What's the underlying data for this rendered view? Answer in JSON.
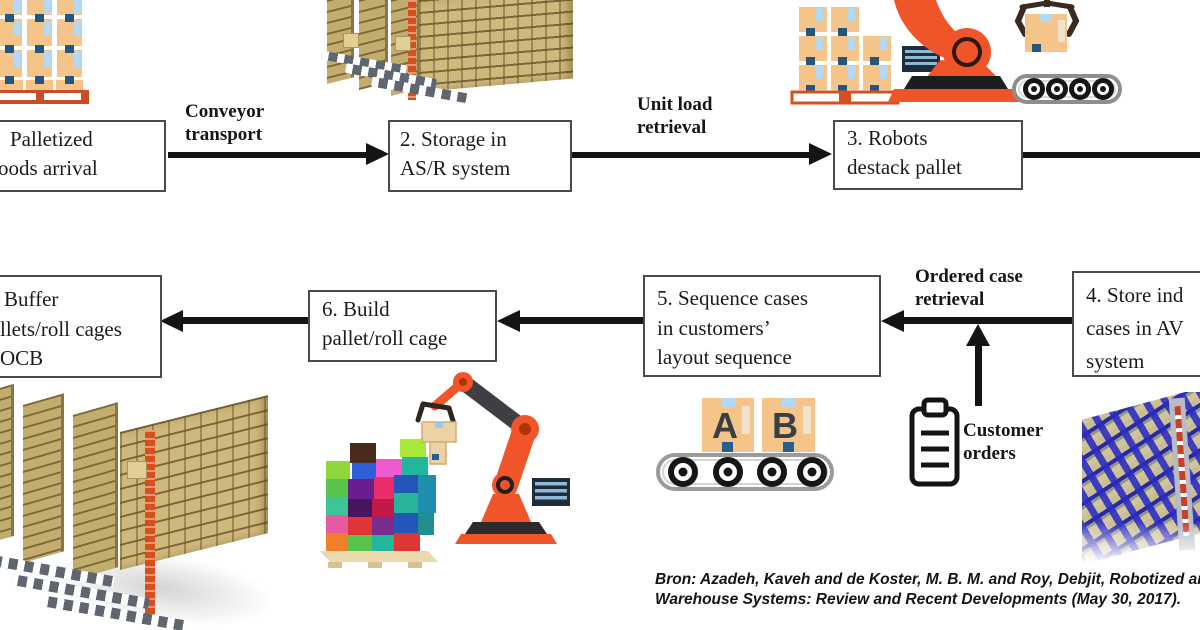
{
  "colors": {
    "arrow_black": "#141414",
    "box_border_gray": "#4a4a4a",
    "robot_orange": "#f0552a",
    "pallet_orange": "#c94d22",
    "carton_tan": "#f4c488",
    "tape_light_blue": "#b5d9f2",
    "label_navy": "#23557e",
    "rack_tan": "#cfb87c",
    "rail_gray": "#5f6670",
    "avs_blue": "#2a2a9e"
  },
  "boxes": [
    {
      "id": "step-1",
      "lines": [
        "Palletized",
        "oods arrival"
      ]
    },
    {
      "id": "step-2",
      "lines": [
        "2. Storage in",
        "AS/R system"
      ]
    },
    {
      "id": "step-3",
      "lines": [
        "3. Robots",
        "destack pallet"
      ]
    },
    {
      "id": "step-4",
      "lines": [
        "4. Store ind",
        "cases in AV",
        "system"
      ]
    },
    {
      "id": "step-5",
      "lines": [
        "5. Sequence cases",
        "in customers’",
        "layout sequence"
      ]
    },
    {
      "id": "step-6",
      "lines": [
        "6. Build",
        "pallet/roll cage"
      ]
    },
    {
      "id": "step-7",
      "lines": [
        "Buffer",
        "llets/roll cages",
        "OCB"
      ]
    }
  ],
  "arrow_labels": {
    "conveyor": [
      "Conveyor",
      "transport"
    ],
    "unit_load": [
      "Unit load",
      "retrieval"
    ],
    "ordered_case": [
      "Ordered case",
      "retrieval"
    ],
    "customer": [
      "Customer",
      "orders"
    ]
  },
  "conveyor_cases": {
    "a": "A",
    "b": "B"
  },
  "citation": {
    "line1": "Bron: Azadeh, Kaveh and de Koster, M. B. M. and Roy, Debjit, Robotized and Autom",
    "line2": "Warehouse Systems: Review and Recent Developments (May 30, 2017)."
  }
}
